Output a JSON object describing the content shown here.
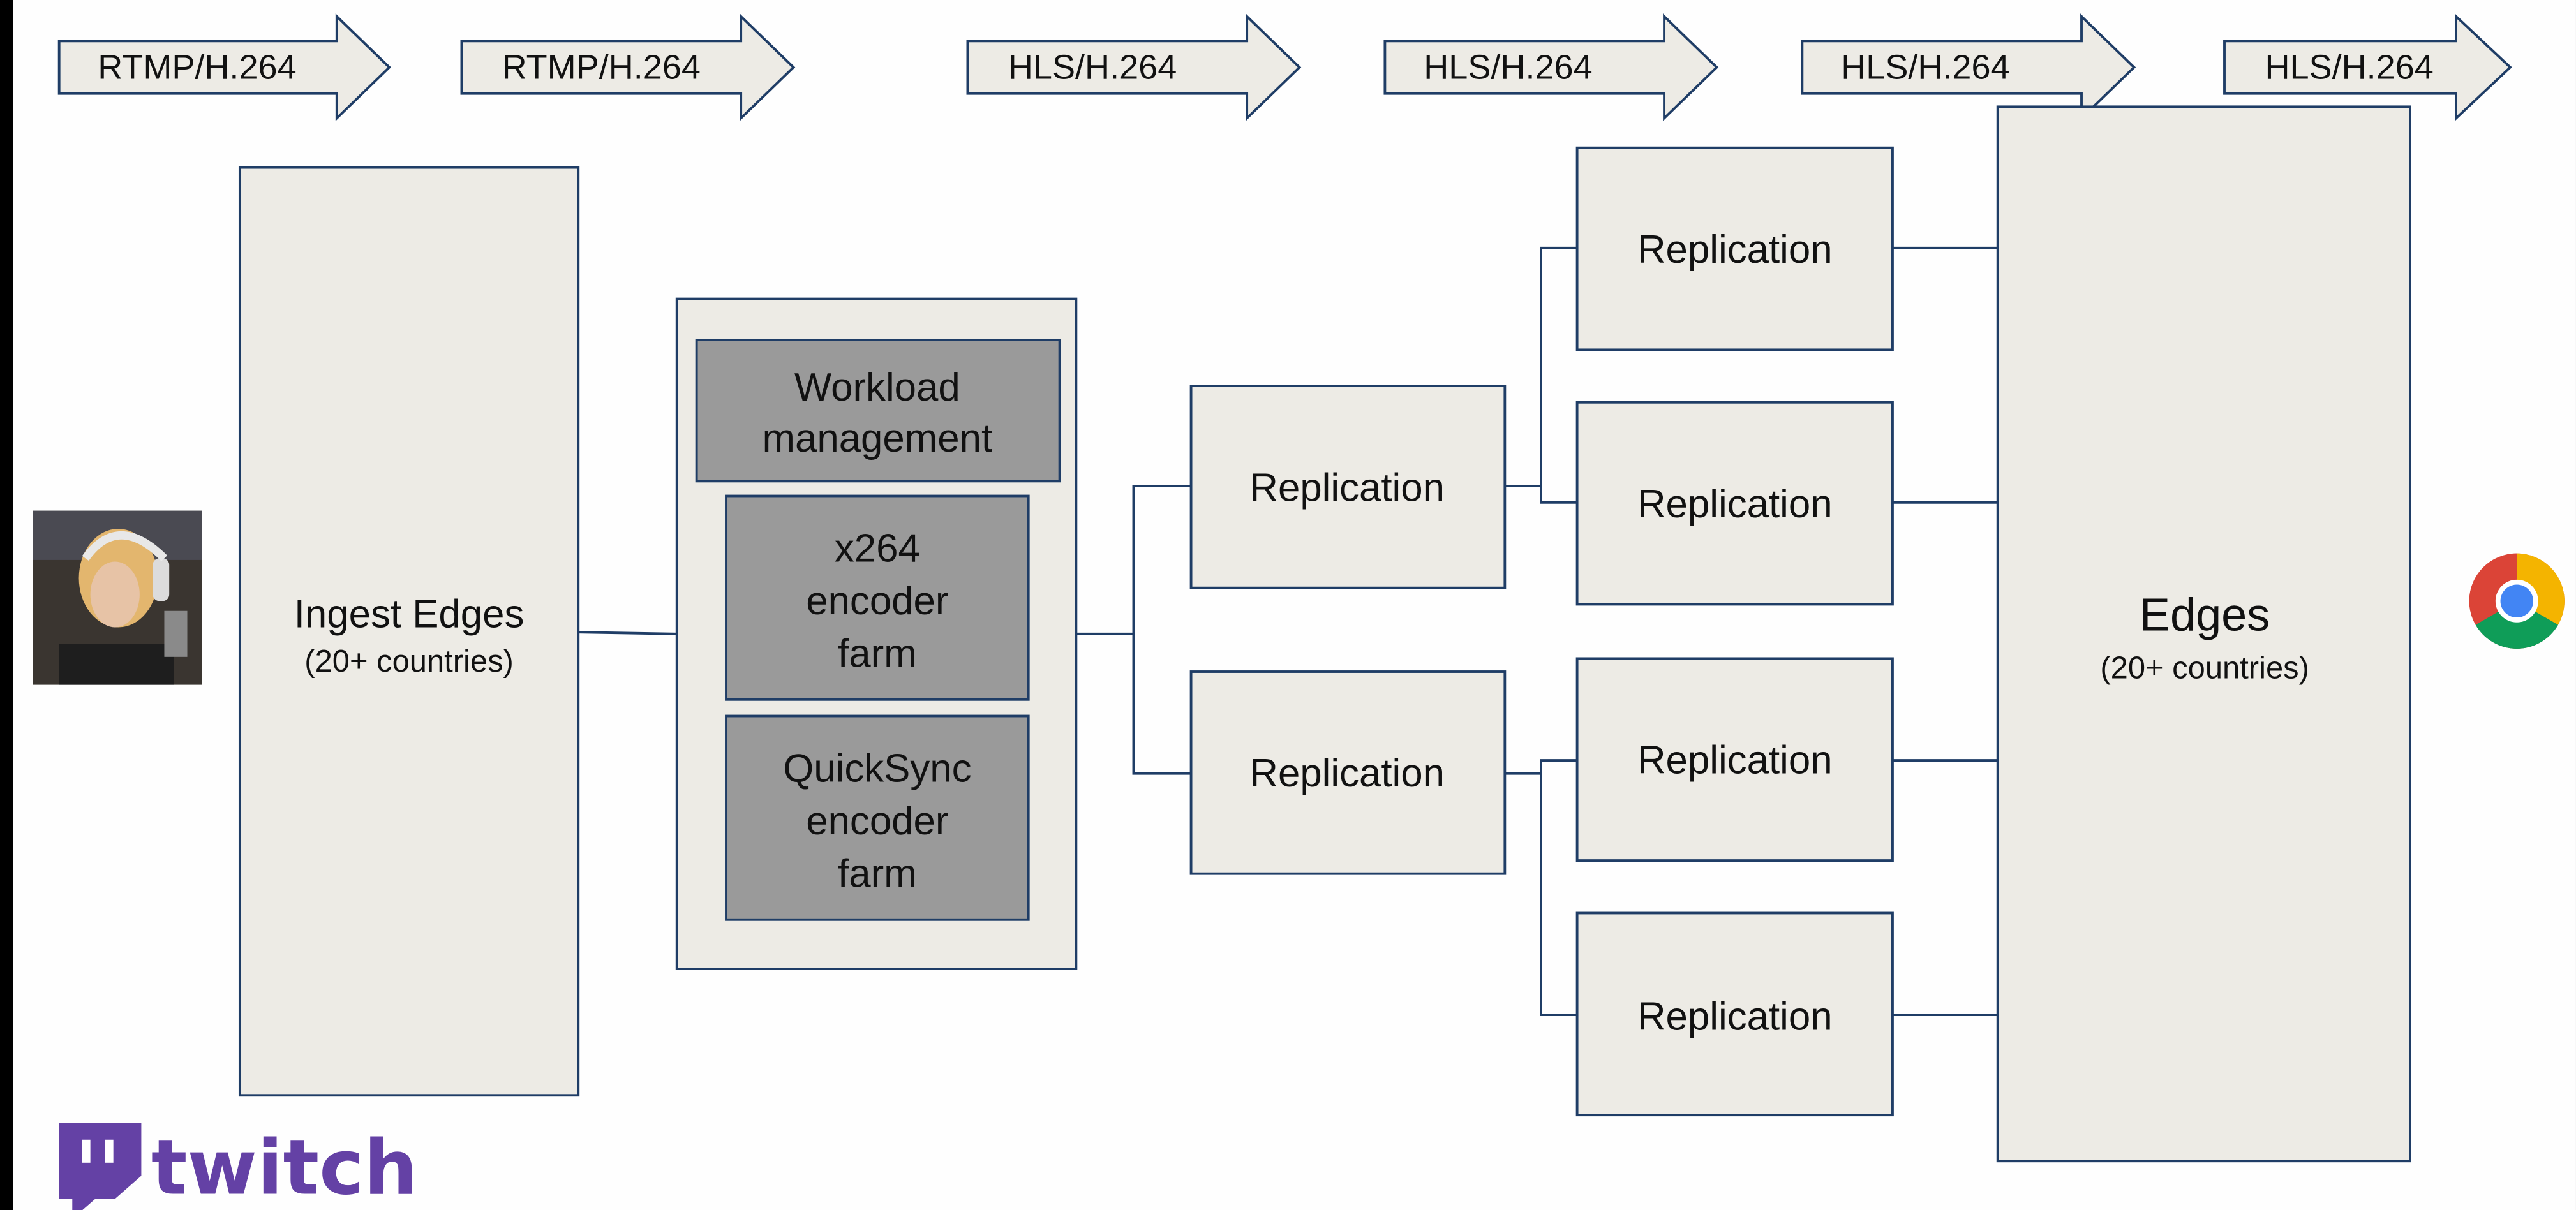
{
  "colors": {
    "background": "#000000",
    "slide": "#fefefe",
    "box_fill": "#edebe5",
    "box_stroke": "#1f3d66",
    "dark_box_fill": "#9a9a9a",
    "text": "#111111",
    "twitch": "#6441a5"
  },
  "arrows": [
    "RTMP/H.264",
    "RTMP/H.264",
    "HLS/H.264",
    "HLS/H.264",
    "HLS/H.264",
    "HLS/H.264"
  ],
  "ingest": {
    "title": "Ingest Edges",
    "subtitle": "(20+ countries)"
  },
  "transcode": {
    "workload": [
      "Workload",
      "management"
    ],
    "x264": [
      "x264",
      "encoder",
      "farm"
    ],
    "quicksync": [
      "QuickSync",
      "encoder",
      "farm"
    ]
  },
  "replication": {
    "label": "Replication",
    "tier1": [
      "Replication",
      "Replication"
    ],
    "tier2": [
      "Replication",
      "Replication",
      "Replication",
      "Replication"
    ]
  },
  "edges": {
    "title": "Edges",
    "subtitle": "(20+ countries)"
  },
  "streamer": {
    "icon": "streamer-photo"
  },
  "viewer": {
    "icon": "chrome-browser-icon"
  },
  "logo": {
    "text": "twitch"
  }
}
